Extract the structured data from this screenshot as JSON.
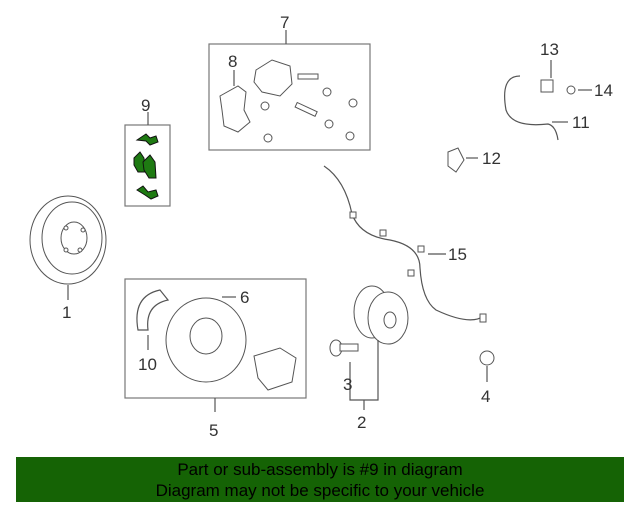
{
  "diagram": {
    "callouts": [
      "1",
      "2",
      "3",
      "4",
      "5",
      "6",
      "7",
      "8",
      "9",
      "10",
      "11",
      "12",
      "13",
      "14",
      "15"
    ],
    "highlight_color": "#1e7a12"
  },
  "banner": {
    "line1": "Part or sub-assembly is #9 in diagram",
    "line2": "Diagram may not be specific to your vehicle",
    "background": "#156305"
  }
}
